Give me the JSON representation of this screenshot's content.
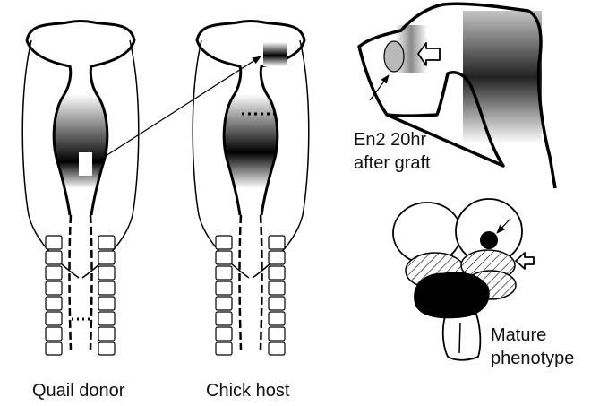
{
  "labels": {
    "quail_donor": "Quail donor",
    "chick_host": "Chick host",
    "en2_line1": "En2 20hr",
    "en2_line2": "after graft",
    "mature_line1": "Mature",
    "mature_line2": "phenotype"
  },
  "colors": {
    "ink": "#000000",
    "paper": "#ffffff",
    "ellipse_fill": "#b9b9b9"
  }
}
